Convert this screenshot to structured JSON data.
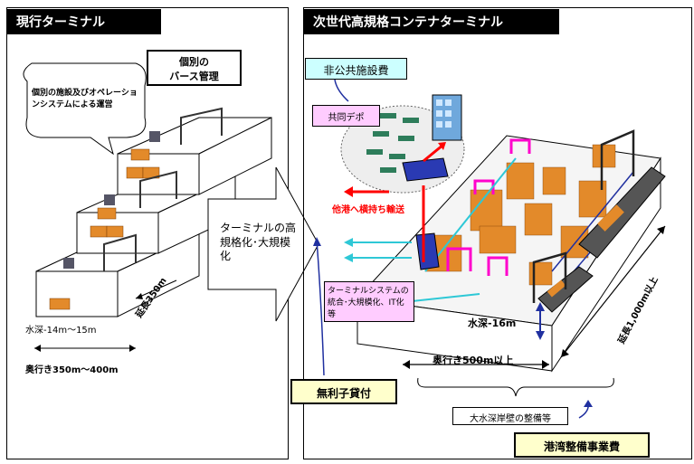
{
  "left": {
    "title": "現行ターミナル",
    "badge": "個別の\nバース管理",
    "bubble": "個別の施設及びオペレーションシステムによる運営",
    "depth": "水深-14m～15m",
    "length": "延長350m",
    "width": "奥行き350m～400m"
  },
  "arrow": {
    "text": "ターミナルの高規格化･大規模化"
  },
  "right": {
    "title": "次世代高規格コンテナターミナル",
    "private_cost": "非公共施設費",
    "depot": "共同デポ",
    "transport": "他港へ横持ち輸送",
    "system": "ターミナルシステムの統合･大規模化、IT化等",
    "depth": "水深-16m",
    "length": "延長1,000m以上",
    "width": "奥行き500m以上",
    "interest_free": "無利子貸付",
    "berth": "大水深岸壁の整備等",
    "harbor_cost": "港湾整備事業費"
  },
  "colors": {
    "yellow_box": "#ffffcc",
    "cyan_box": "#ccffff",
    "pink_box": "#ffccff",
    "red": "#ff0000",
    "blue": "#1f3fa0"
  }
}
